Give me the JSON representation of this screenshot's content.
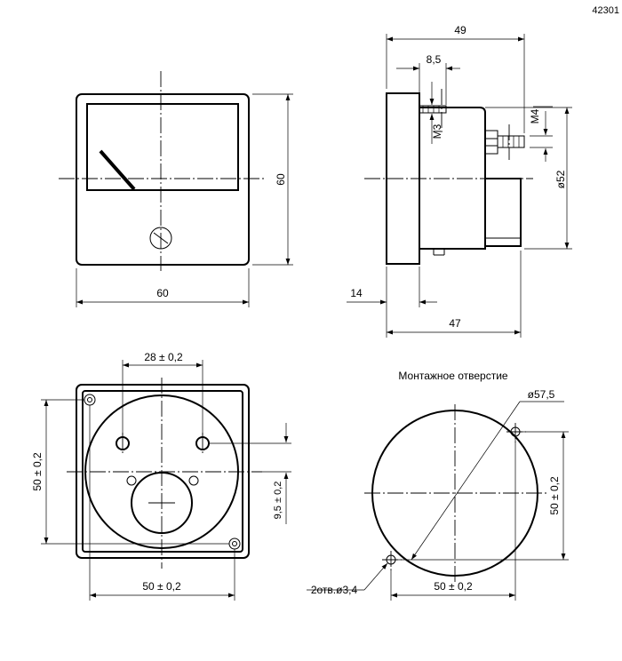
{
  "doc_id": "42301",
  "mount_hole_title": "Монтажное отверстие",
  "front": {
    "width": "60",
    "height": "60"
  },
  "side": {
    "length": "49",
    "stud_offset": "8,5",
    "stud_thread": "M3",
    "screw_thread": "M4",
    "body_diameter": "ø52",
    "panel": "14",
    "depth": "47"
  },
  "rear": {
    "stud_spacing": "28 ± 0,2",
    "height": "50 ± 0,2",
    "width": "50 ± 0,2",
    "stud_offset": "9,5 ± 0,2"
  },
  "cutout": {
    "diameter": "ø57,5",
    "hole_spacing_v": "50 ± 0,2",
    "hole_spacing_h": "50 ± 0,2",
    "holes": "2отв.ø3,4"
  }
}
